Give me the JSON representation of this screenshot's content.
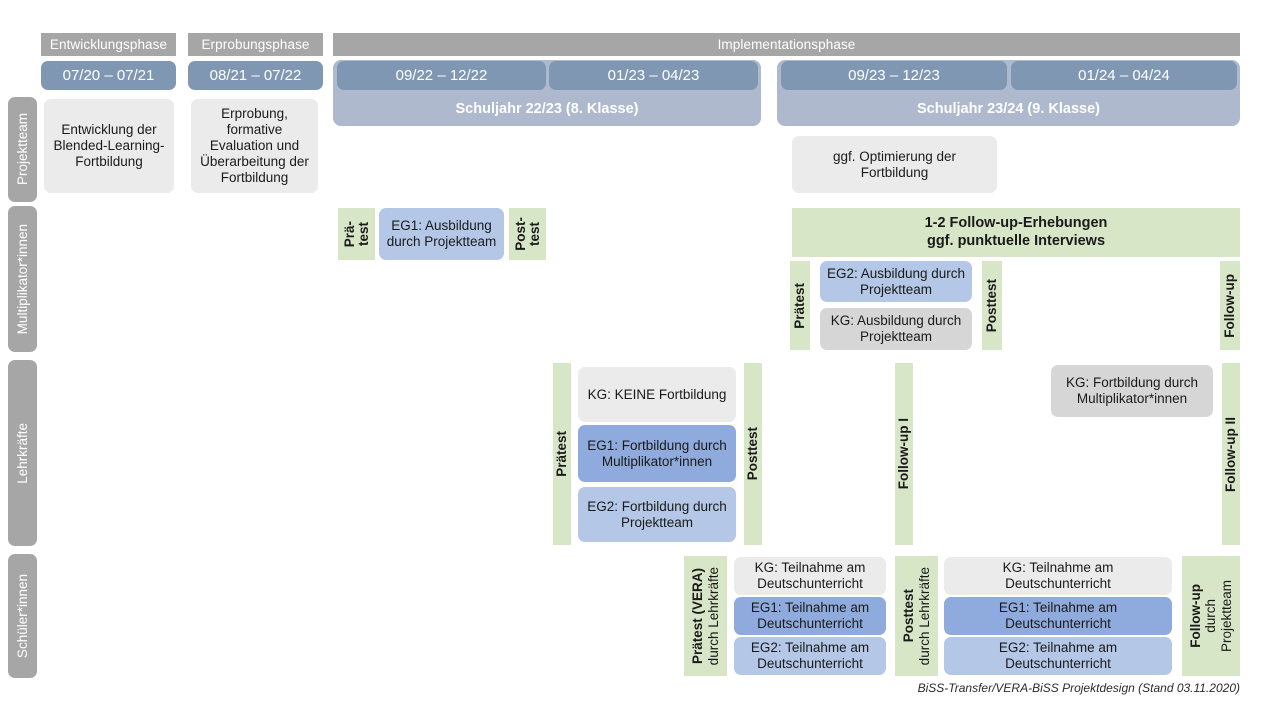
{
  "diagram": {
    "title": "BiSS-Transfer/VERA-BiSS Projektdesign",
    "footer": "BiSS-Transfer/VERA-BiSS Projektdesign (Stand 03.11.2020)"
  },
  "colors": {
    "phase_header": "#a6a6a6",
    "date_bar": "#8097b4",
    "year_bar": "#aeb9cd",
    "grey_light": "#ebebeb",
    "grey_mid": "#d6d6d6",
    "blue_eg1": "#8faadc",
    "blue_eg2": "#b4c7e7",
    "green_test": "#d8e6c8",
    "text": "#1a1a1a",
    "white": "#ffffff"
  },
  "phases": [
    {
      "label": "Entwicklungsphase"
    },
    {
      "label": "Erprobungsphase"
    },
    {
      "label": "Implementationsphase"
    }
  ],
  "periods": [
    {
      "label": "07/20 – 07/21"
    },
    {
      "label": "08/21 – 07/22"
    },
    {
      "label": "09/22 – 12/22"
    },
    {
      "label": "01/23 – 04/23"
    },
    {
      "label": "09/23 – 12/23"
    },
    {
      "label": "01/24 – 04/24"
    }
  ],
  "school_years": [
    {
      "label": "Schuljahr 22/23 (8. Klasse)"
    },
    {
      "label": "Schuljahr 23/24 (9. Klasse)"
    }
  ],
  "roles": [
    {
      "label": "Projektteam"
    },
    {
      "label": "Multiplikator*innen"
    },
    {
      "label": "Lehrkräfte"
    },
    {
      "label": "Schüler*innen"
    }
  ],
  "projektteam_row": {
    "entwicklung": "Entwicklung der Blended-Learning-Fortbildung",
    "erprobung": "Erprobung, formative Evaluation und Überarbeitung der Fortbildung",
    "optimierung": "ggf. Optimierung der Fortbildung"
  },
  "multiplikator_row": {
    "praetest_l1": "Prä-",
    "praetest_l2": "test",
    "eg1": "EG1: Ausbildung durch Projektteam",
    "posttest_l1": "Post-",
    "posttest_l2": "test",
    "banner_line1": "1-2 Follow-up-Erhebungen",
    "banner_line2": "ggf. punktuelle Interviews",
    "praetest2": "Prätest",
    "eg2": "EG2:  Ausbildung durch Projektteam",
    "kg": "KG: Ausbildung durch Projektteam",
    "posttest2": "Posttest",
    "followup": "Follow-up"
  },
  "lehrkraefte_row": {
    "praetest": "Prätest",
    "kg_keine": "KG:  KEINE Fortbildung",
    "eg1": "EG1: Fortbildung durch Multiplikator*innen",
    "eg2": "EG2: Fortbildung durch Projektteam",
    "posttest": "Posttest",
    "followup_1": "Follow-up I",
    "kg_fortbildung": "KG: Fortbildung durch Multiplikator*innen",
    "followup_2": "Follow-up II"
  },
  "schueler_row": {
    "praetest_bold": "Prätest (VERA)",
    "praetest_sub": "durch Lehrkräfte",
    "left_items": [
      {
        "label": "KG: Teilnahme am Deutschunterricht",
        "style": "grey"
      },
      {
        "label": "EG1: Teilnahme am Deutschunterricht",
        "style": "eg1"
      },
      {
        "label": "EG2: Teilnahme am Deutschunterricht",
        "style": "eg2"
      }
    ],
    "posttest_bold": "Posttest",
    "posttest_sub": "durch Lehrkräfte",
    "right_items": [
      {
        "label": "KG: Teilnahme am Deutschunterricht",
        "style": "grey"
      },
      {
        "label": "EG1: Teilnahme am Deutschunterricht",
        "style": "eg1"
      },
      {
        "label": "EG2: Teilnahme am Deutschunterricht",
        "style": "eg2"
      }
    ],
    "followup_bold": "Follow-up",
    "followup_sub1": "durch",
    "followup_sub2": "Projektteam"
  }
}
